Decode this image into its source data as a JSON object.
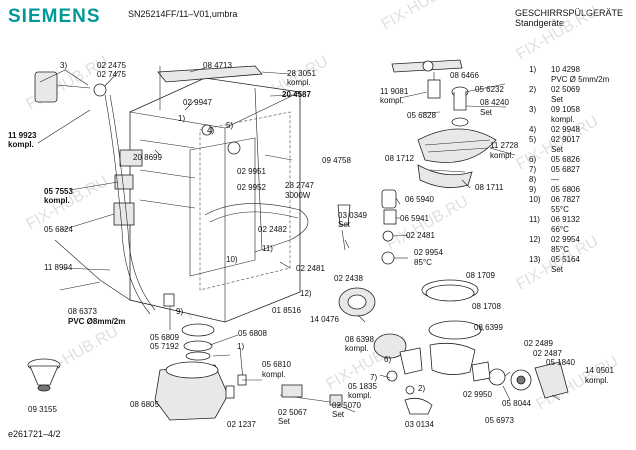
{
  "header": {
    "brand": "SIEMENS",
    "model": "SN25214FF/11–V01,umbra",
    "category_line1": "GESCHIRRSPÜLGERÄTE",
    "category_line2": "Standgeräte"
  },
  "footer": {
    "code": "e261721–4/2"
  },
  "watermark": "FIX-HUB.RU",
  "callouts": {
    "c3": "3)",
    "c2475": "02 2475",
    "c7475": "02 7475",
    "c4713": "08 4713",
    "c3051": "28 3051",
    "c3051b": "kompl.",
    "c4587": "20 4587",
    "c9947": "02 9947",
    "c1": "1)",
    "c4": "4)",
    "c5": "5)",
    "c9923a": "11 9923",
    "c9923b": "kompl.",
    "c8699": "20 8699",
    "c9951": "02 9951",
    "c9952": "02 9952",
    "c4758": "09 4758",
    "c7553a": "05 7553",
    "c7553b": "kompl.",
    "c2747a": "28 2747",
    "c2747b": "3000W",
    "c6824": "05 6824",
    "c2482": "02 2482",
    "c10": "10)",
    "c11": "11)",
    "c8994": "11 8994",
    "c2481b": "02 2481",
    "c12": "12)",
    "c8516": "01 8516",
    "c6373": "08 6373",
    "c6373b": "PVC Ø8mm/2m",
    "c9": "9)",
    "c6808": "05 6808",
    "c6809": "05 6809",
    "c7192": "05 7192",
    "c1r": "1)",
    "c6810a": "05 6810",
    "c6810b": "kompl.",
    "c3155": "09 3155",
    "c6805": "08 6805",
    "c1237": "02 1237",
    "c5067a": "02 5067",
    "c5067b": "Set",
    "c1835a": "05 1835",
    "c1835b": "kompl.",
    "c5070a": "02 5070",
    "c5070b": "Set",
    "c2o": "2)",
    "c0134": "03 0134",
    "c6466": "08 6466",
    "c9081a": "11 9081",
    "c9081b": "kompl.",
    "c6232": "05 6232",
    "c4240a": "08 4240",
    "c4240b": "Set",
    "c6828": "05 6828",
    "c2728a": "11 2728",
    "c2728b": "kompl.",
    "c1712": "08 1712",
    "c1711": "08 1711",
    "c5940": "06 5940",
    "c0349a": "03 0349",
    "c0349b": "Set",
    "c5941": "06 5941",
    "c2481": "02 2481",
    "c9954a": "02 9954",
    "c9954b": "85°C",
    "c2438": "02 2438",
    "c1709": "08 1709",
    "c0476": "14 0476",
    "c1708": "08 1708",
    "c6398a": "08 6398",
    "c6398b": "kompl.",
    "c6399": "08 6399",
    "c6": "6)",
    "c7": "7)",
    "c2489": "02 2489",
    "c2487": "02 2487",
    "c1840": "05 1840",
    "c9950": "02 9950",
    "c8044": "05 8044",
    "c0501a": "14 0501",
    "c0501b": "kompl.",
    "c6973": "05 6973"
  },
  "legend": [
    {
      "num": "1)",
      "lines": [
        "10 4298",
        "PVC Ø 5mm/2m"
      ]
    },
    {
      "num": "2)",
      "lines": [
        "02 5069",
        "Set"
      ]
    },
    {
      "num": "3)",
      "lines": [
        "09 1058",
        "kompl."
      ]
    },
    {
      "num": "4)",
      "lines": [
        "02 9948"
      ]
    },
    {
      "num": "5)",
      "lines": [
        "02 9017",
        "Set"
      ]
    },
    {
      "num": "6)",
      "lines": [
        "05 6826"
      ]
    },
    {
      "num": "7)",
      "lines": [
        "05 6827"
      ]
    },
    {
      "num": "8)",
      "lines": [
        "—"
      ]
    },
    {
      "num": "9)",
      "lines": [
        "05 6806"
      ]
    },
    {
      "num": "10)",
      "lines": [
        "06 7827",
        "55°C"
      ]
    },
    {
      "num": "11)",
      "lines": [
        "06 9132",
        "66°C"
      ]
    },
    {
      "num": "12)",
      "lines": [
        "02 9954",
        "85°C"
      ]
    },
    {
      "num": "13)",
      "lines": [
        "05 5164",
        "Set"
      ]
    }
  ]
}
